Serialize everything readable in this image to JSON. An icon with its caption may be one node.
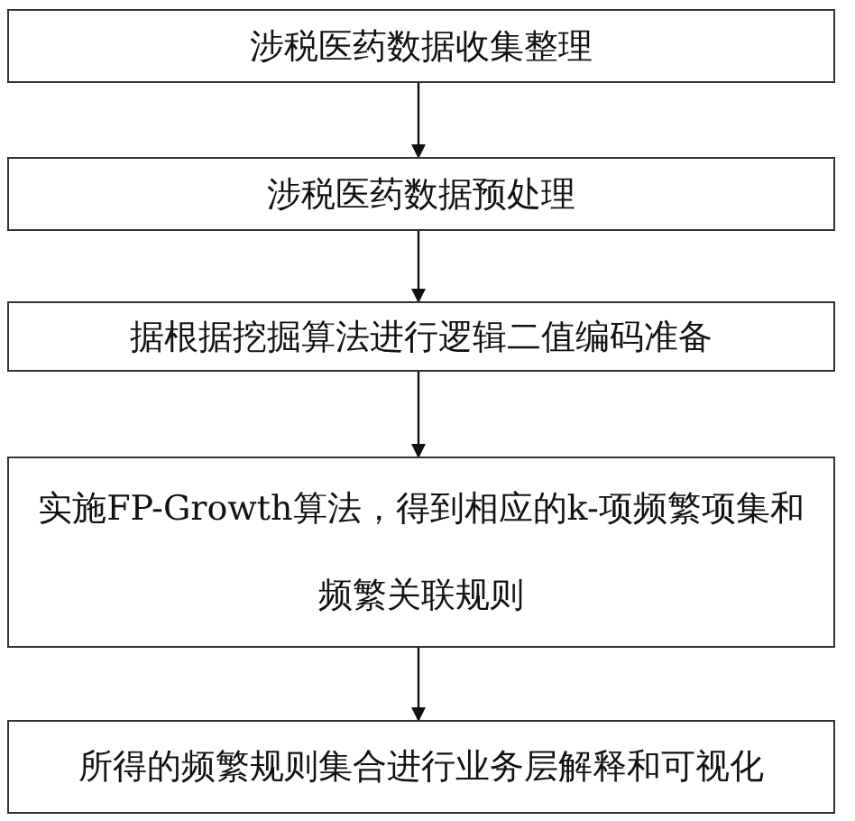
{
  "diagram": {
    "nodes": [
      {
        "text": [
          "涉税医药数据收集整理"
        ]
      },
      {
        "text": [
          "涉税医药数据预处理"
        ]
      },
      {
        "text": [
          "据根据挖掘算法进行逻辑二值编码准备"
        ]
      },
      {
        "text": [
          "实施FP-Growth算法，得到相应的k-项频繁项集和频繁关联规则"
        ]
      },
      {
        "text": [
          "所得的频繁规则集合进行业务层解释和可视化"
        ]
      }
    ],
    "edges": [
      {
        "from": 0,
        "to": 1,
        "arrow": "to"
      },
      {
        "from": 1,
        "to": 2,
        "arrow": "to"
      },
      {
        "from": 2,
        "to": 3,
        "arrow": "to"
      },
      {
        "from": 3,
        "to": 4,
        "arrow": "to"
      }
    ]
  }
}
